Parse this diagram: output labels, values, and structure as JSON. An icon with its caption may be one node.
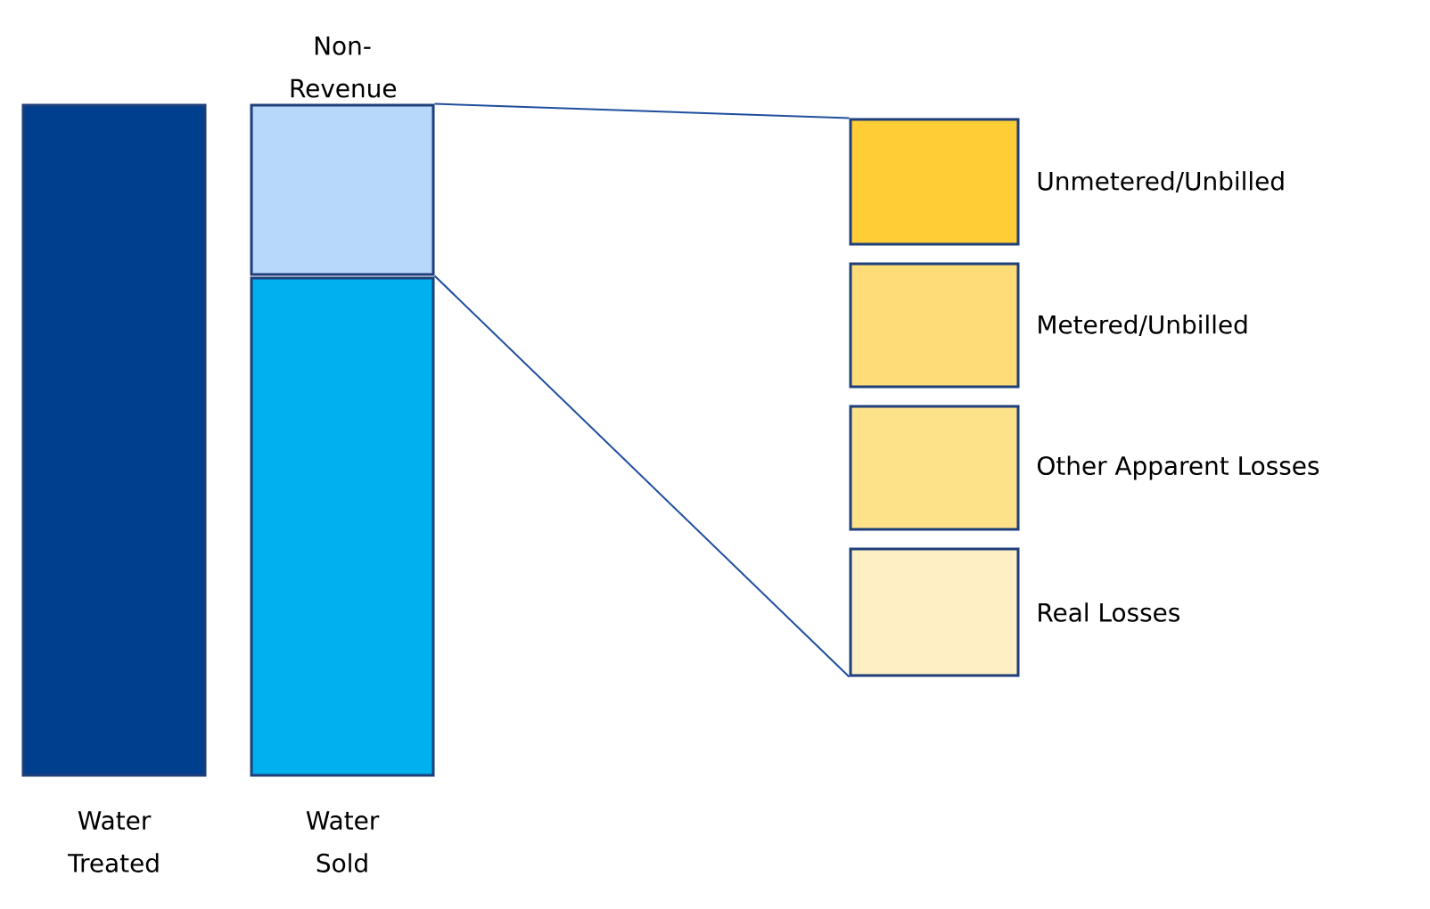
{
  "diagram": {
    "nodes": [
      {
        "text": [
          "Water Treated"
        ]
      },
      {
        "text": [
          "Non-Revenue"
        ]
      },
      {
        "text": [
          "Water Sold"
        ]
      },
      {
        "text": [
          "Unmetered/Unbilled"
        ]
      },
      {
        "text": [
          "Metered/Unbilled"
        ]
      },
      {
        "text": [
          "Other Apparent Losses"
        ]
      },
      {
        "text": [
          "Real Losses"
        ]
      }
    ],
    "edges": [
      {
        "from": 1,
        "to": 3,
        "arrow": "none"
      },
      {
        "from": 1,
        "to": 6,
        "arrow": "none"
      }
    ]
  }
}
